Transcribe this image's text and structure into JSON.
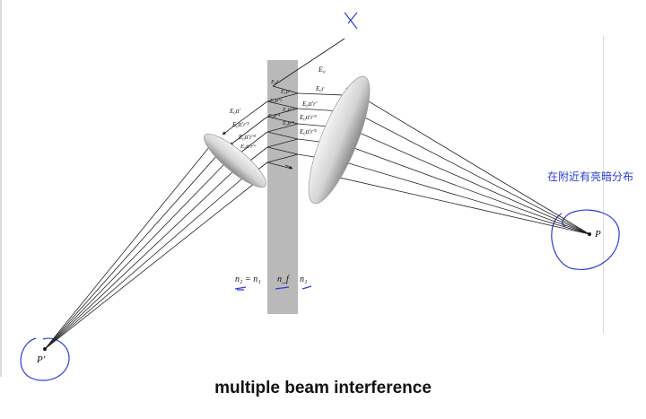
{
  "figure": {
    "incident_label": "E₀",
    "reflected_labels": [
      "E₀r",
      "E₀tt′r′",
      "E₀tt′r′³",
      "E₀tt′r′⁵"
    ],
    "transmitted_labels": [
      "E₀tt′",
      "E₀tt′r′²",
      "E₀tt′r′⁴",
      "E₀tt′r′⁶"
    ],
    "inner_labels": [
      "E₀t",
      "E₀tr′",
      "E₀tr′²",
      "E₀tr′³",
      "E₀tr′⁴",
      "E₀tr′⁵"
    ],
    "point_right": "P",
    "point_left": "P′",
    "medium_left": "n₂ = n₁",
    "medium_film": "n_f",
    "medium_right": "n₁"
  },
  "annotation": {
    "note": "在附近有亮暗分布",
    "ink_color": "#2b3fd6"
  },
  "caption": "multiple beam interference",
  "colors": {
    "plate": "#b9b9b9",
    "ray": "#222222",
    "lens_light": "#f4f4f4",
    "lens_dark": "#8a8a8a"
  }
}
